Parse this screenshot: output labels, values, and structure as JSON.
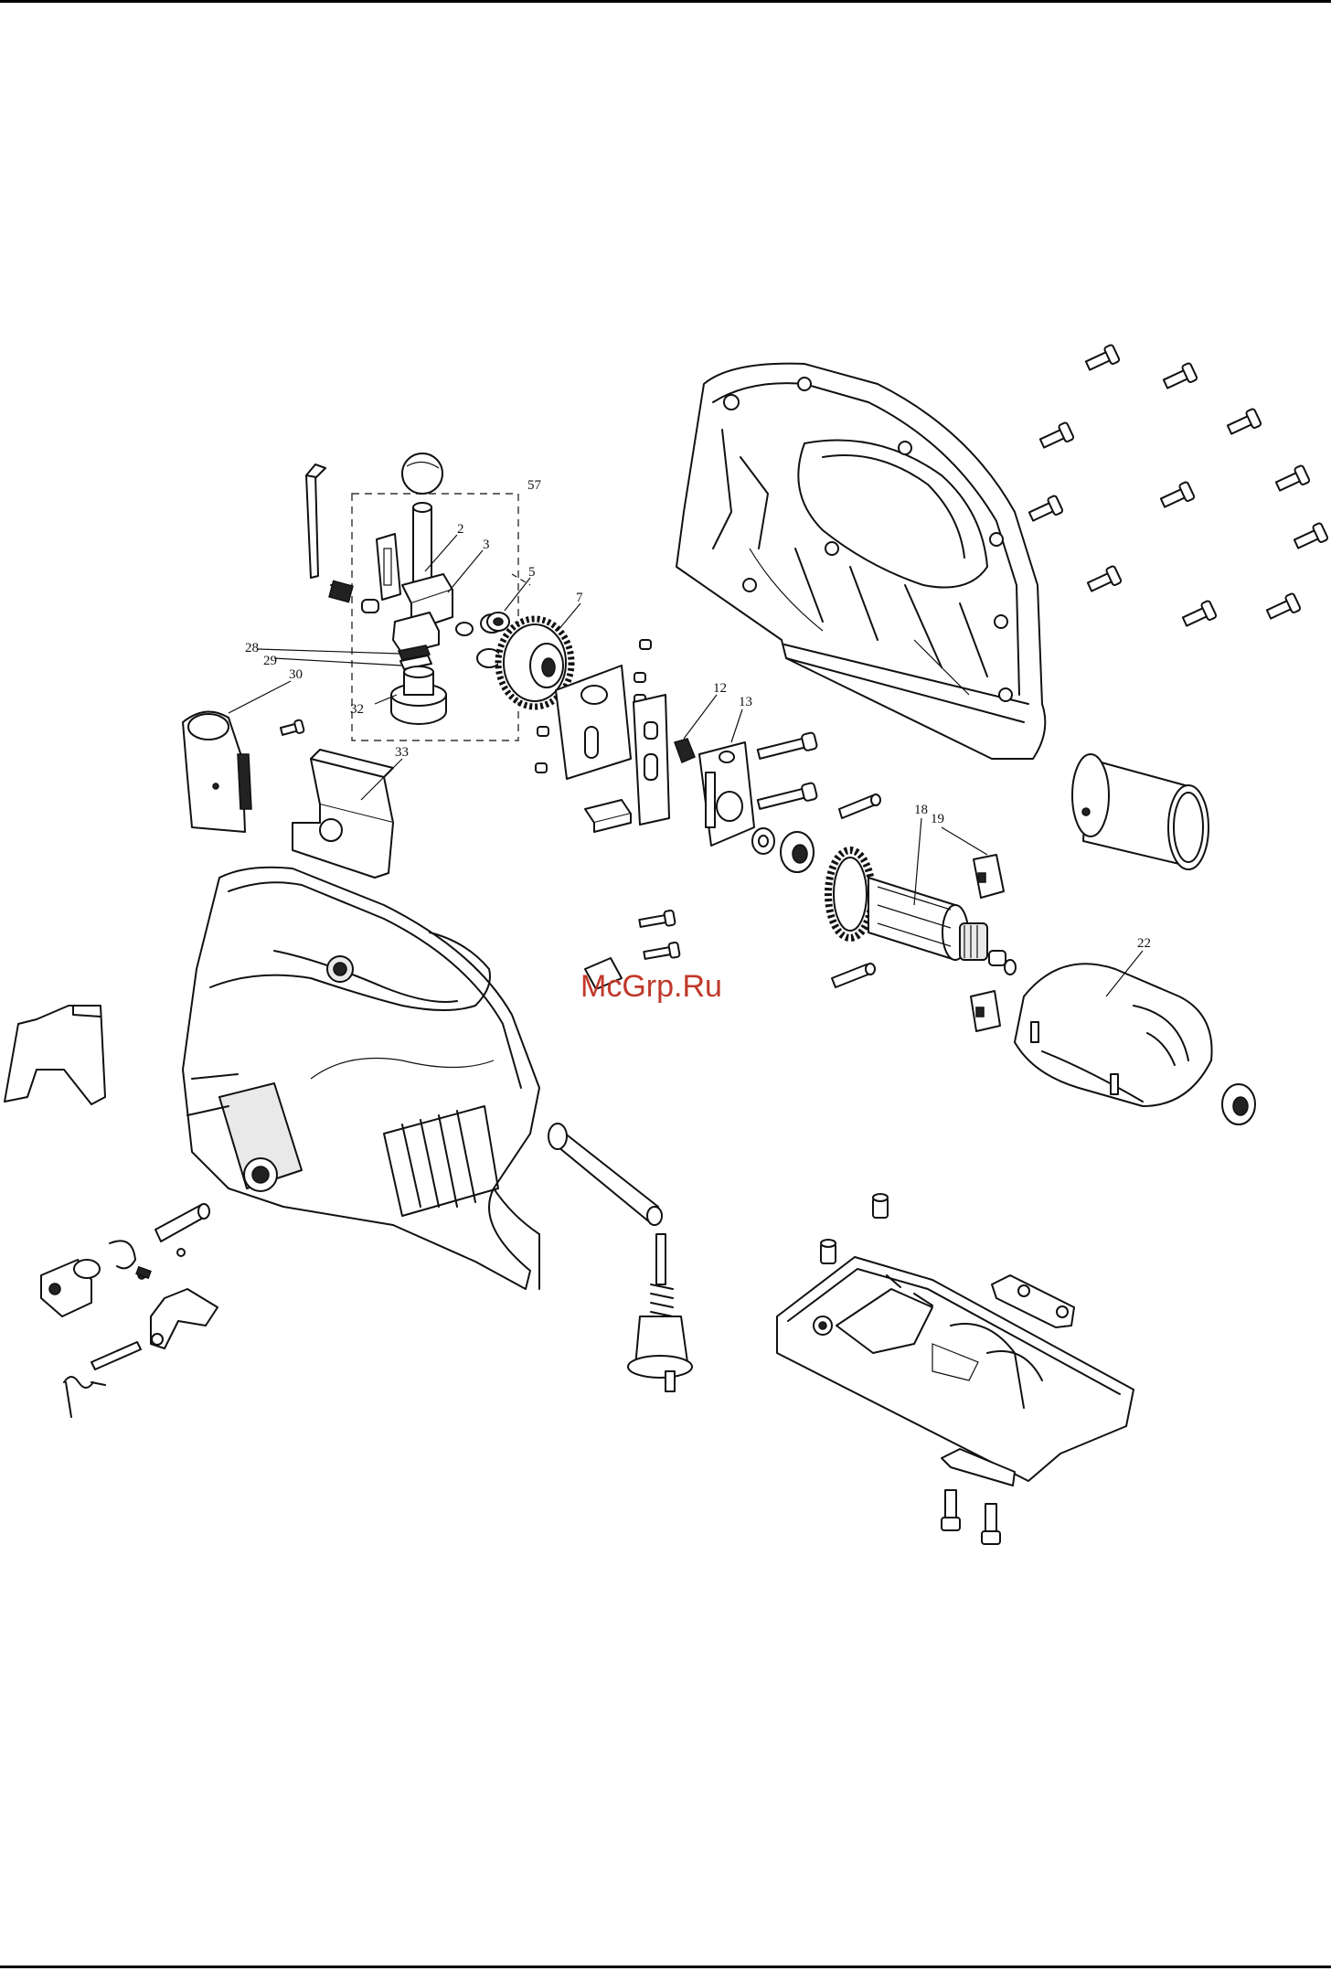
{
  "watermark": {
    "text": "McGrp.Ru",
    "color": "#c0392b"
  },
  "labels": {
    "l2": "2",
    "l3": "3",
    "l5": "5",
    "l7": "7",
    "l12": "12",
    "l13": "13",
    "l18": "18",
    "l19": "19",
    "l22": "22",
    "l28": "28",
    "l29": "29",
    "l30": "30",
    "l32": "32",
    "l33": "33",
    "l57": "57"
  }
}
